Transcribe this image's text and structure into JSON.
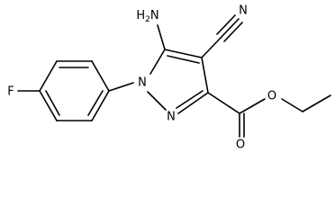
{
  "molecule": {
    "atoms": {
      "amino": "H2N",
      "amino_h": "H",
      "amino_sub": "2",
      "amino_n": "N",
      "nitrile_n": "N",
      "fluorine": "F",
      "ring_n1": "N",
      "ring_n2": "N",
      "carbonyl_o": "O",
      "ester_o": "O"
    },
    "colors": {
      "bond": "#000000",
      "text": "#000000",
      "background": "#ffffff"
    }
  }
}
